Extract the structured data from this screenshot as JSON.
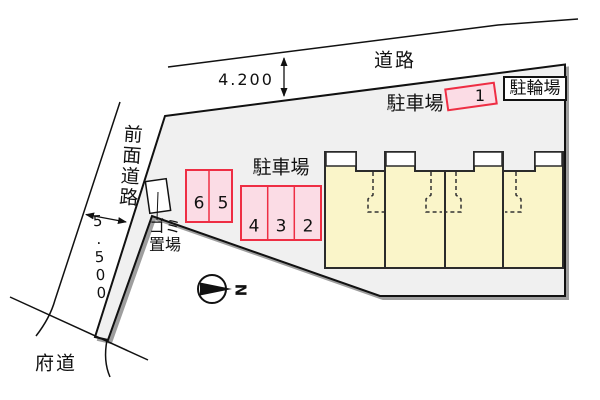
{
  "site_plan": {
    "roads": {
      "top_road_label": "道路",
      "front_road_label": "前面道路",
      "prefectural_road_label": "府道"
    },
    "dimensions": {
      "top_road_width": "4.200",
      "front_road_width": "5.500"
    },
    "parking": {
      "lot_label_top": "駐車場",
      "lot_label_main": "駐車場",
      "bicycle_label": "駐輪場",
      "space_numbers": [
        "1",
        "2",
        "3",
        "4",
        "5",
        "6"
      ]
    },
    "facilities": {
      "garbage_label_line1": "ゴミ",
      "garbage_label_line2": "置場"
    },
    "compass": {
      "north_label": "N"
    },
    "building": {
      "unit_count": "4"
    },
    "colors": {
      "site_fill": "#F0F0F0",
      "site_shadow": "#9E9E9E",
      "building_fill": "#FAF5C9",
      "building_stroke": "#2B2B2B",
      "porch_fill": "#FFFFFF",
      "parking_fill": "#FBDCE5",
      "parking_stroke": "#EE2E44",
      "line_color": "#111111"
    }
  }
}
